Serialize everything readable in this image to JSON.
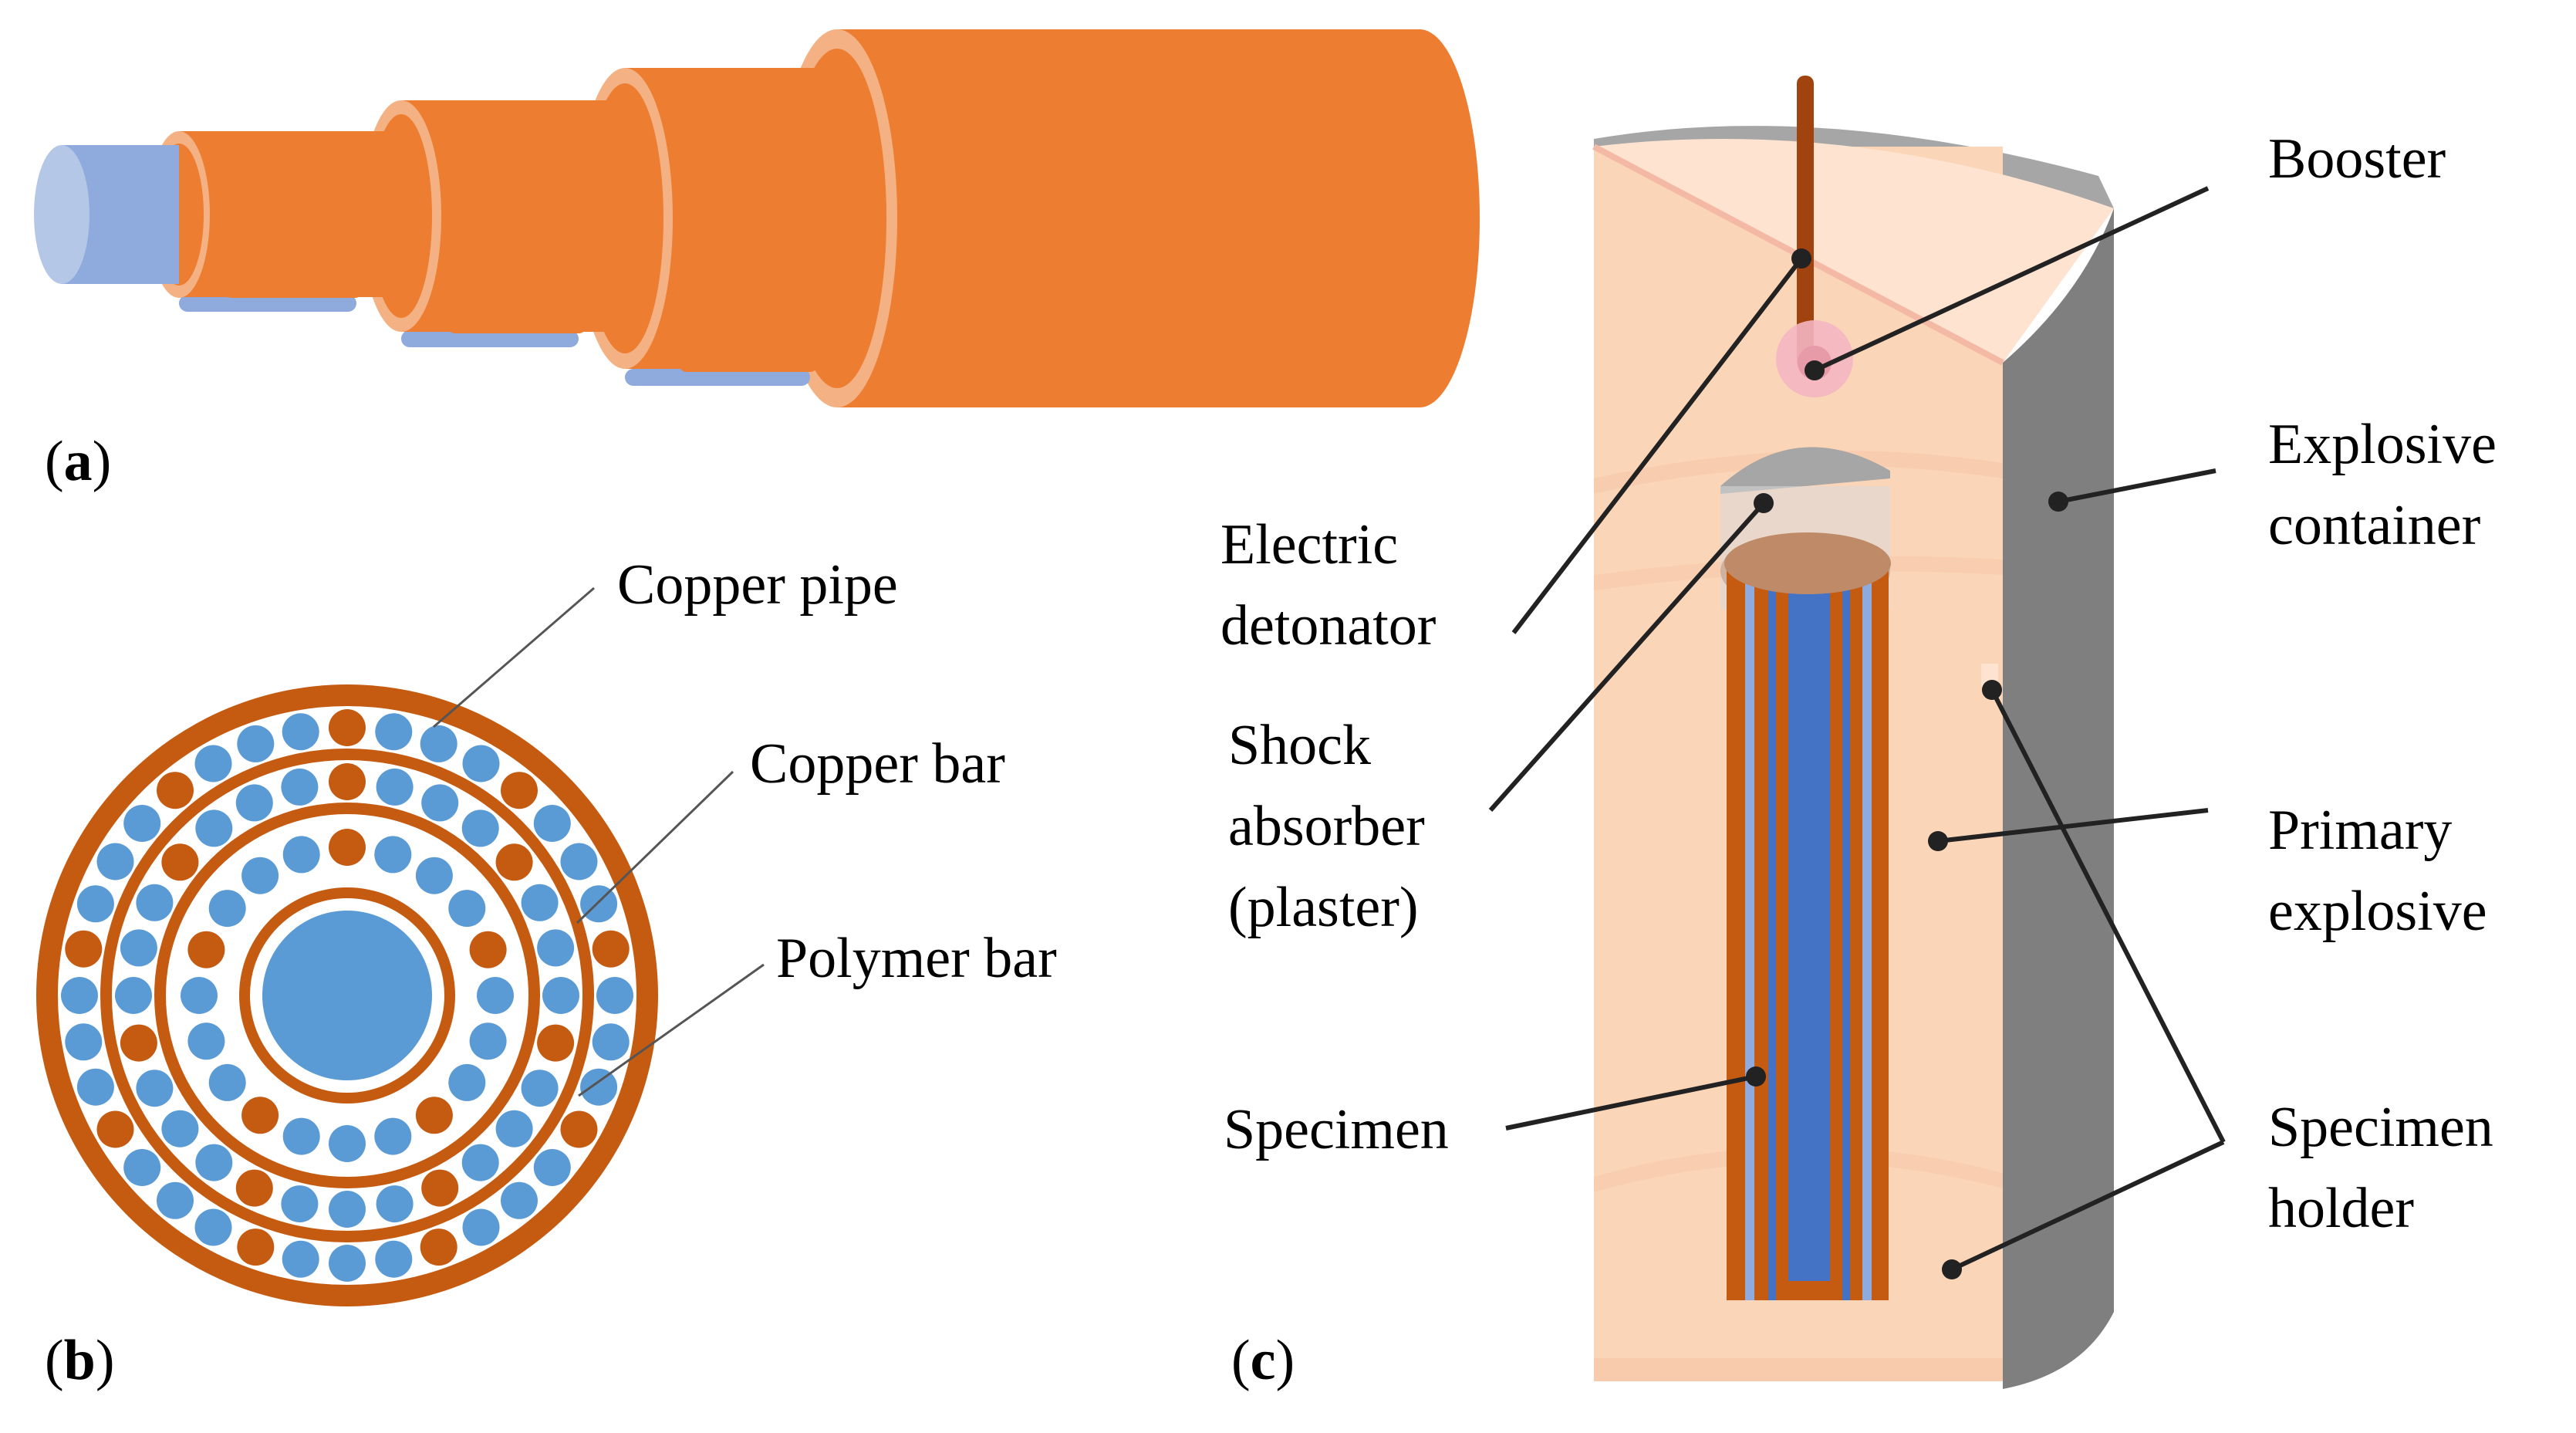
{
  "panels": {
    "a": {
      "open": "(",
      "letter": "a",
      "close": ")"
    },
    "b": {
      "open": "(",
      "letter": "b",
      "close": ")"
    },
    "c": {
      "open": "(",
      "letter": "c",
      "close": ")"
    }
  },
  "labels_b": {
    "copper_pipe": "Copper pipe",
    "copper_bar": "Copper bar",
    "polymer_bar": "Polymer bar"
  },
  "labels_c": {
    "booster": "Booster",
    "explosive_container": [
      "Explosive",
      "container"
    ],
    "electric_detonator": [
      "Electric",
      "detonator"
    ],
    "shock_absorber": [
      "Shock",
      "absorber",
      "(plaster)"
    ],
    "primary_explosive": [
      "Primary",
      "explosive"
    ],
    "specimen": "Specimen",
    "specimen_holder": [
      "Specimen",
      "holder"
    ]
  },
  "colors": {
    "copper_orange": "#ED7D31",
    "copper_brown": "#C55A11",
    "polymer_blue": "#5B9BD5",
    "core_blue": "#8FAADC",
    "explosive_fill": "#FBCFAE",
    "container_grey": "#7F7F7F",
    "specimen_blue": "#4472C4",
    "detonator_brown": "#A0430F"
  }
}
